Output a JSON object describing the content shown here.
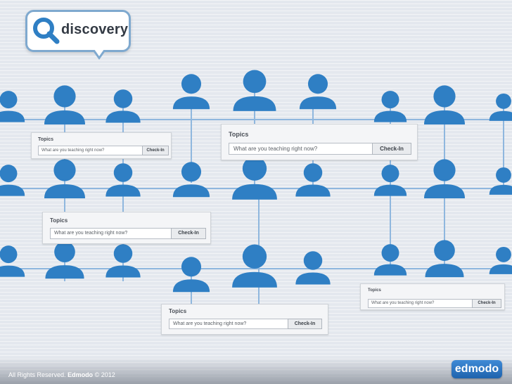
{
  "logo": {
    "word": "discovery"
  },
  "panels": [
    {
      "title": "Topics",
      "placeholder": "What are you teaching right now?",
      "button": "Check-In"
    },
    {
      "title": "Topics",
      "placeholder": "What are you teaching right now?",
      "button": "Check-In"
    },
    {
      "title": "Topics",
      "placeholder": "What are you teaching right now?",
      "button": "Check-In"
    },
    {
      "title": "Topics",
      "placeholder": "What are you teaching right now?",
      "button": "Check-In"
    },
    {
      "title": "Topics",
      "placeholder": "What are you teaching right now?",
      "button": "Check-In"
    }
  ],
  "footer": {
    "prefix": "All Rights Reserved.",
    "brand": "Edmodo",
    "year": "© 2012"
  },
  "brand_badge": "edmodo",
  "colors": {
    "person": "#2f7fc4",
    "line": "#8fb7de",
    "accent": "#1e63ad"
  }
}
